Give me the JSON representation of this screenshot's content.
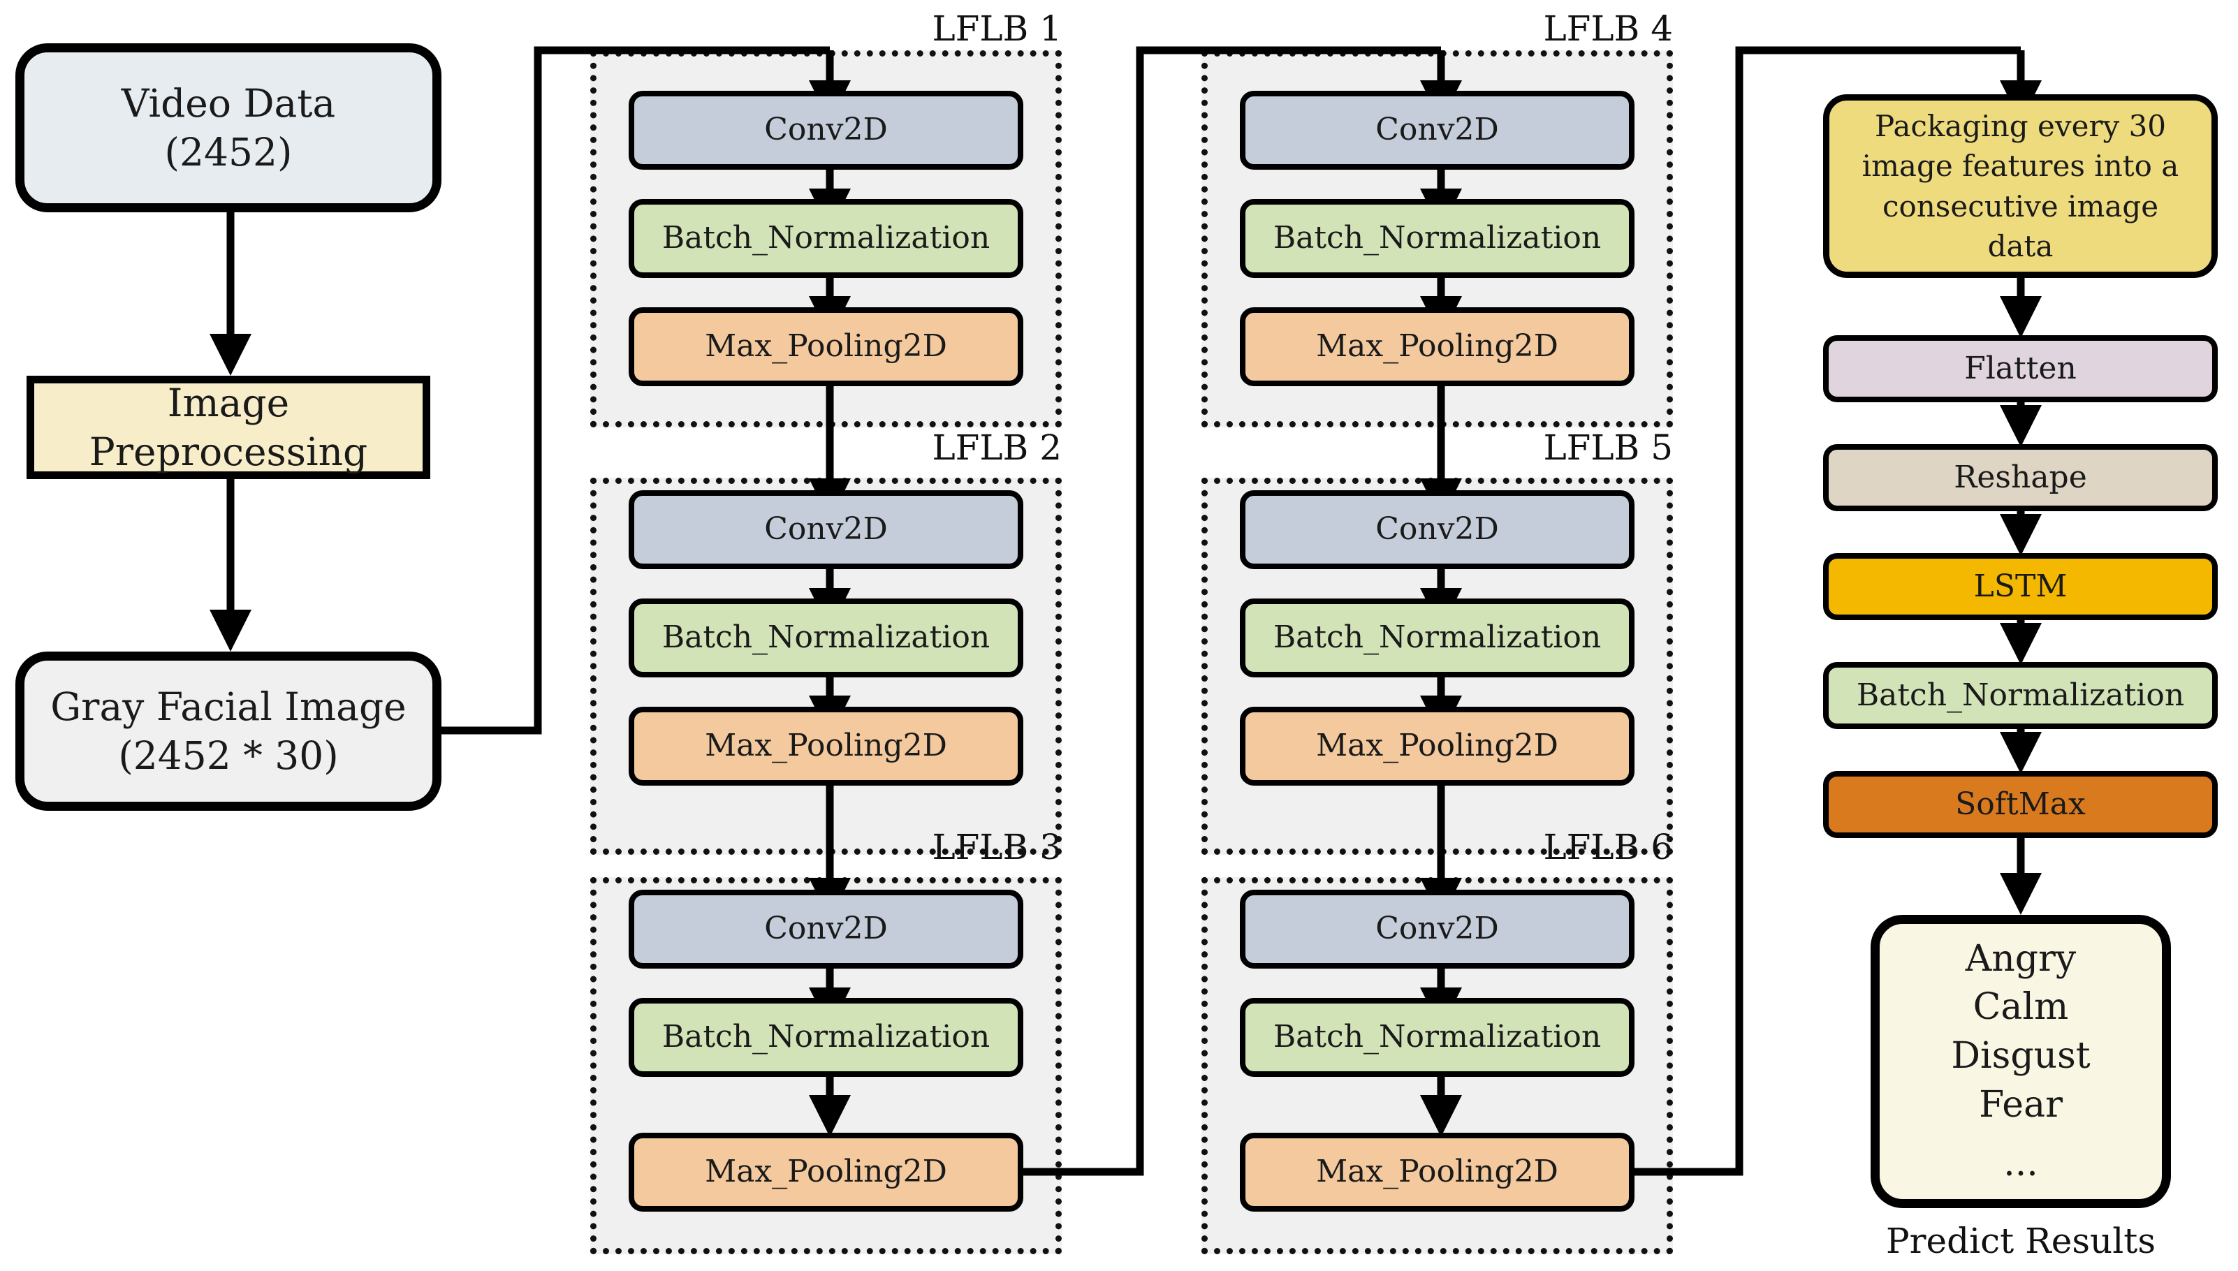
{
  "diagram": {
    "title": "CNN-LSTM facial expression recognition pipeline",
    "colors": {
      "video_data": "#e6ecf0",
      "image_preprocessing": "#f7eec9",
      "gray_facial_image": "#f0f0f0",
      "conv2d": "#c4cdd9",
      "batch_normalization": "#d3e3b8",
      "max_pooling2d": "#f3c99d",
      "packaging": "#eedb7d",
      "flatten": "#e0d5de",
      "reshape": "#ded5c4",
      "lstm": "#f5b800",
      "softmax": "#da7a1e",
      "predict_results": "#faf6e4",
      "lflb_group_bg": "#f0f0f0",
      "stroke": "#000000"
    },
    "input_column": {
      "video_data": {
        "line1": "Video Data",
        "line2": "(2452)"
      },
      "image_preprocessing": {
        "line1": "Image",
        "line2": "Preprocessing"
      },
      "gray_facial_image": {
        "line1": "Gray Facial Image",
        "line2": "(2452 * 30)"
      }
    },
    "lflb_blocks": [
      {
        "label": "LFLB 1",
        "layers": [
          "Conv2D",
          "Batch_Normalization",
          "Max_Pooling2D"
        ]
      },
      {
        "label": "LFLB 2",
        "layers": [
          "Conv2D",
          "Batch_Normalization",
          "Max_Pooling2D"
        ]
      },
      {
        "label": "LFLB 3",
        "layers": [
          "Conv2D",
          "Batch_Normalization",
          "Max_Pooling2D"
        ]
      },
      {
        "label": "LFLB 4",
        "layers": [
          "Conv2D",
          "Batch_Normalization",
          "Max_Pooling2D"
        ]
      },
      {
        "label": "LFLB 5",
        "layers": [
          "Conv2D",
          "Batch_Normalization",
          "Max_Pooling2D"
        ]
      },
      {
        "label": "LFLB 6",
        "layers": [
          "Conv2D",
          "Batch_Normalization",
          "Max_Pooling2D"
        ]
      }
    ],
    "output_column": {
      "packaging": "Packaging every 30 image features into a consecutive image data",
      "flatten": "Flatten",
      "reshape": "Reshape",
      "lstm": "LSTM",
      "batch_normalization": "Batch_Normalization",
      "softmax": "SoftMax",
      "predict_results": {
        "classes": [
          "Angry",
          "Calm",
          "Disgust",
          "Fear",
          "..."
        ],
        "caption": "Predict Results"
      }
    }
  }
}
